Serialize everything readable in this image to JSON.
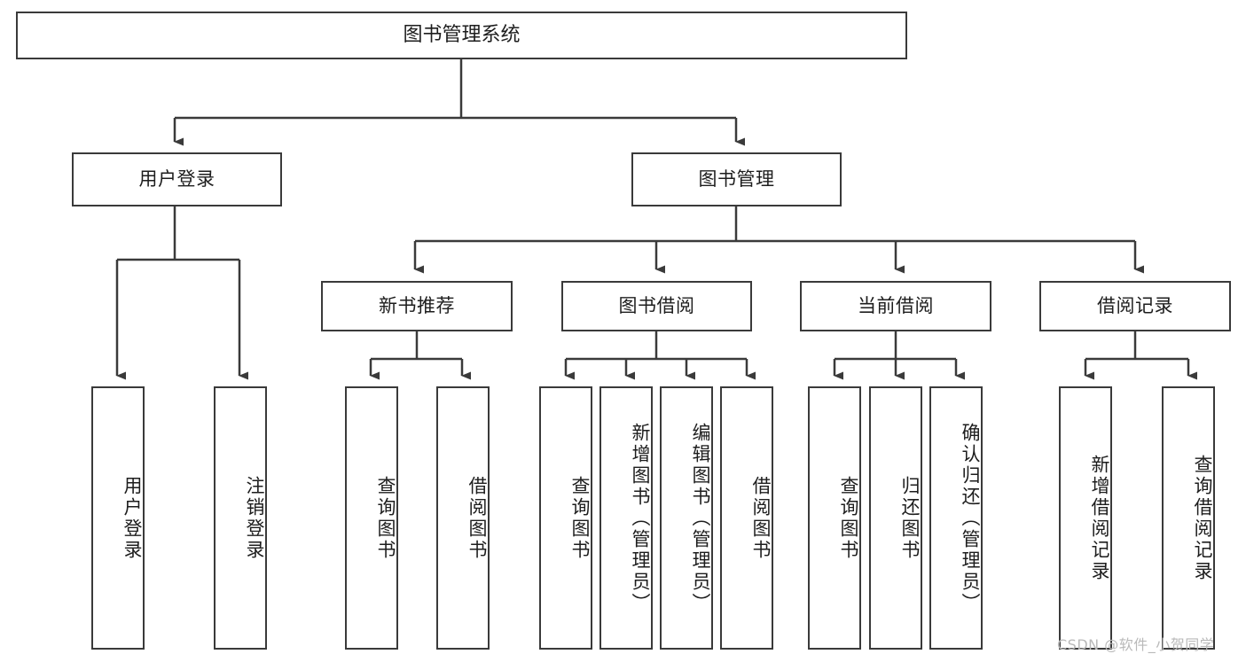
{
  "diagram": {
    "title": "图书管理系统",
    "type": "hierarchy-tree",
    "colors": {
      "box_border": "#3a3a3a",
      "box_fill": "#ffffff",
      "edge": "#3a3a3a",
      "text": "#1d1d1d",
      "watermark": "#b9b9b9"
    },
    "root": {
      "label": "图书管理系统"
    },
    "level2": [
      {
        "label": "用户登录"
      },
      {
        "label": "图书管理"
      }
    ],
    "level3": [
      {
        "label": "新书推荐"
      },
      {
        "label": "图书借阅"
      },
      {
        "label": "当前借阅"
      },
      {
        "label": "借阅记录"
      }
    ],
    "leaves": {
      "user_login": [
        {
          "label": "用户登录"
        },
        {
          "label": "注销登录"
        }
      ],
      "new_book_recommend": [
        {
          "label": "查询图书"
        },
        {
          "label": "借阅图书"
        }
      ],
      "book_borrow": [
        {
          "label": "查询图书"
        },
        {
          "label": "新增图书（管理员）"
        },
        {
          "label": "编辑图书（管理员）"
        },
        {
          "label": "借阅图书"
        }
      ],
      "current_borrow": [
        {
          "label": "查询图书"
        },
        {
          "label": "归还图书"
        },
        {
          "label": "确认归还（管理员）"
        }
      ],
      "borrow_record": [
        {
          "label": "新增借阅记录"
        },
        {
          "label": "查询借阅记录"
        }
      ]
    }
  },
  "watermark": {
    "text": "CSDN @软件_小贺同学"
  }
}
